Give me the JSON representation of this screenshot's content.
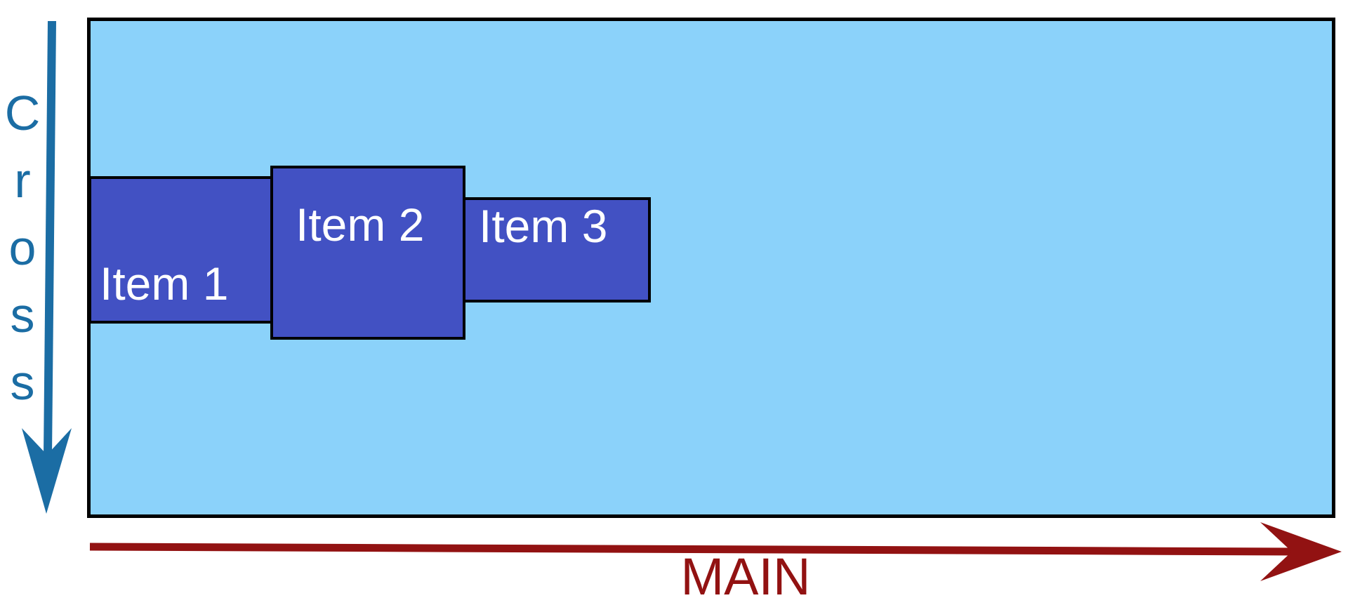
{
  "colors": {
    "background": "#FFFFFF",
    "container_fill": "#8BD2FA",
    "container_border": "#000000",
    "item_fill": "#4251C3",
    "item_border": "#000000",
    "item_text": "#FFFFFF",
    "cross_axis": "#1B6DA4",
    "main_axis": "#921212"
  },
  "flex_container": {
    "items": [
      {
        "label": "Item 1"
      },
      {
        "label": "Item 2"
      },
      {
        "label": "Item 3"
      }
    ]
  },
  "axes": {
    "cross": {
      "label": "Cross"
    },
    "main": {
      "label": "MAIN"
    }
  }
}
